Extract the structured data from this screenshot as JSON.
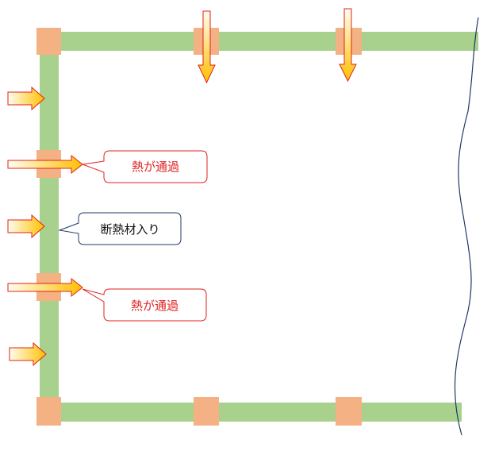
{
  "labels": {
    "heat_pass_1": "熱が通過",
    "insulation": "断熱材入り",
    "heat_pass_2": "熱が通過"
  },
  "colors": {
    "beam": "#a9d18e",
    "post": "#f4b183",
    "arrow_fill_light": "#fffbe6",
    "arrow_fill_dark": "#ffc000",
    "arrow_stroke": "#e02020",
    "callout_heat_stroke": "#e02020",
    "callout_heat_text": "#e02020",
    "callout_insul_stroke": "#1f3864",
    "callout_insul_text": "#111111",
    "break_line": "#1f3864"
  },
  "icons": {
    "heat_flow": "heat-flow-arrow-icon"
  }
}
